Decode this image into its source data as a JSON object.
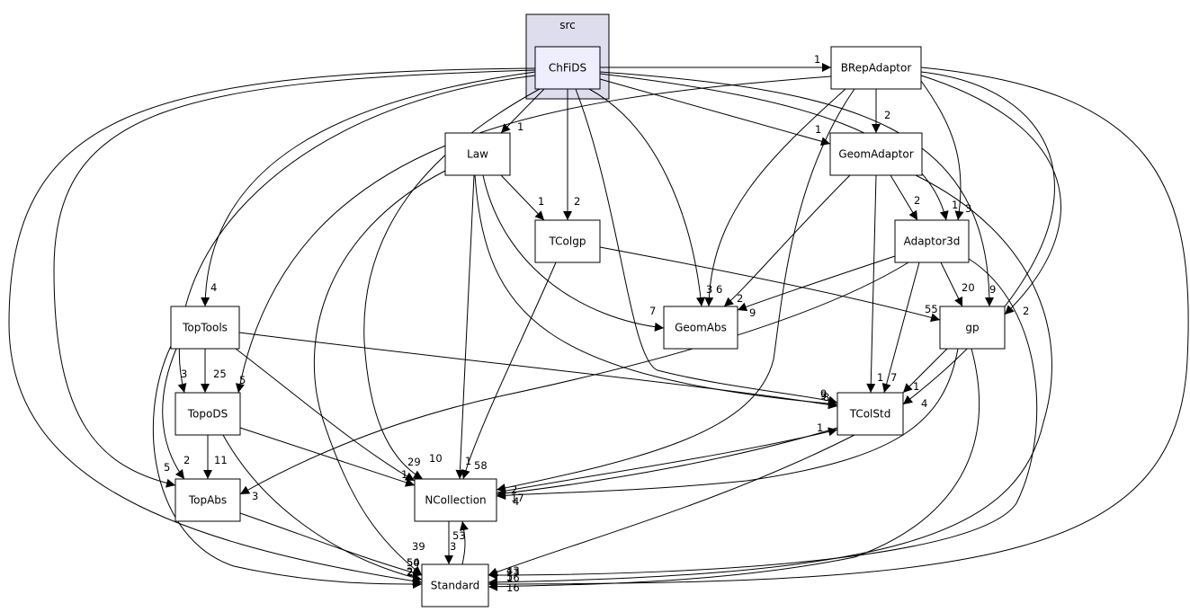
{
  "cluster": {
    "label": "src",
    "fill": "#ddddee",
    "stroke": "#000000"
  },
  "focus_fill": "#eeeeff",
  "nodes": [
    {
      "id": "ChFiDS",
      "label": "ChFiDS"
    },
    {
      "id": "BRepAdaptor",
      "label": "BRepAdaptor"
    },
    {
      "id": "Law",
      "label": "Law"
    },
    {
      "id": "GeomAdaptor",
      "label": "GeomAdaptor"
    },
    {
      "id": "TColgp",
      "label": "TColgp"
    },
    {
      "id": "Adaptor3d",
      "label": "Adaptor3d"
    },
    {
      "id": "GeomAbs",
      "label": "GeomAbs"
    },
    {
      "id": "gp",
      "label": "gp"
    },
    {
      "id": "TopTools",
      "label": "TopTools"
    },
    {
      "id": "TopoDS",
      "label": "TopoDS"
    },
    {
      "id": "TColStd",
      "label": "TColStd"
    },
    {
      "id": "TopAbs",
      "label": "TopAbs"
    },
    {
      "id": "NCollection",
      "label": "NCollection"
    },
    {
      "id": "Standard",
      "label": "Standard"
    }
  ],
  "edges": [
    {
      "from": "ChFiDS",
      "to": "BRepAdaptor",
      "label": "1"
    },
    {
      "from": "ChFiDS",
      "to": "Law",
      "label": "1"
    },
    {
      "from": "ChFiDS",
      "to": "GeomAdaptor",
      "label": "1"
    },
    {
      "from": "ChFiDS",
      "to": "TColgp",
      "label": "2"
    },
    {
      "from": "ChFiDS",
      "to": "Adaptor3d",
      "label": "1"
    },
    {
      "from": "ChFiDS",
      "to": "GeomAbs",
      "label": "3"
    },
    {
      "from": "ChFiDS",
      "to": "gp",
      "label": "9"
    },
    {
      "from": "ChFiDS",
      "to": "TopTools",
      "label": "4"
    },
    {
      "from": "ChFiDS",
      "to": "TopoDS",
      "label": "3"
    },
    {
      "from": "ChFiDS",
      "to": "TColStd",
      "label": "9"
    },
    {
      "from": "ChFiDS",
      "to": "TopAbs",
      "label": "5"
    },
    {
      "from": "ChFiDS",
      "to": "NCollection",
      "label": "10"
    },
    {
      "from": "ChFiDS",
      "to": "Standard",
      "label": "54"
    },
    {
      "from": "BRepAdaptor",
      "to": "GeomAdaptor",
      "label": "2"
    },
    {
      "from": "BRepAdaptor",
      "to": "Adaptor3d",
      "label": "3"
    },
    {
      "from": "BRepAdaptor",
      "to": "GeomAbs",
      "label": "6"
    },
    {
      "from": "BRepAdaptor",
      "to": "gp",
      "label": "2"
    },
    {
      "from": "BRepAdaptor",
      "to": "TColStd",
      "label": "4"
    },
    {
      "from": "BRepAdaptor",
      "to": "TopoDS",
      "label": "5"
    },
    {
      "from": "BRepAdaptor",
      "to": "NCollection",
      "label": "2"
    },
    {
      "from": "BRepAdaptor",
      "to": "Standard",
      "label": "16"
    },
    {
      "from": "Law",
      "to": "TColgp",
      "label": "1"
    },
    {
      "from": "Law",
      "to": "GeomAbs",
      "label": "7"
    },
    {
      "from": "Law",
      "to": "TColStd",
      "label": "8"
    },
    {
      "from": "Law",
      "to": "NCollection",
      "label": "1"
    },
    {
      "from": "Law",
      "to": "Standard",
      "label": "39"
    },
    {
      "from": "GeomAdaptor",
      "to": "Adaptor3d",
      "label": "2"
    },
    {
      "from": "GeomAdaptor",
      "to": "GeomAbs",
      "label": "2"
    },
    {
      "from": "GeomAdaptor",
      "to": "TColStd",
      "label": "1"
    },
    {
      "from": "GeomAdaptor",
      "to": "Standard",
      "label": "5"
    },
    {
      "from": "TColgp",
      "to": "gp",
      "label": "55"
    },
    {
      "from": "TColgp",
      "to": "NCollection",
      "label": "58"
    },
    {
      "from": "Adaptor3d",
      "to": "GeomAbs",
      "label": "9"
    },
    {
      "from": "Adaptor3d",
      "to": "gp",
      "label": "20"
    },
    {
      "from": "Adaptor3d",
      "to": "TColStd",
      "label": "7"
    },
    {
      "from": "Adaptor3d",
      "to": "TopAbs",
      "label": "3"
    },
    {
      "from": "Adaptor3d",
      "to": "Standard",
      "label": "13"
    },
    {
      "from": "gp",
      "to": "TColStd",
      "label": "1"
    },
    {
      "from": "gp",
      "to": "NCollection",
      "label": "4"
    },
    {
      "from": "gp",
      "to": "Standard",
      "label": "16"
    },
    {
      "from": "TopTools",
      "to": "TopoDS",
      "label": "25"
    },
    {
      "from": "TopTools",
      "to": "TopAbs",
      "label": "2"
    },
    {
      "from": "TopTools",
      "to": "TColStd",
      "label": "9"
    },
    {
      "from": "TopTools",
      "to": "NCollection",
      "label": "29"
    },
    {
      "from": "TopTools",
      "to": "Standard",
      "label": "26"
    },
    {
      "from": "TopoDS",
      "to": "TopAbs",
      "label": "11"
    },
    {
      "from": "TopoDS",
      "to": "NCollection",
      "label": "1"
    },
    {
      "from": "TopoDS",
      "to": "Standard",
      "label": "50"
    },
    {
      "from": "TColStd",
      "to": "NCollection",
      "label": "17"
    },
    {
      "from": "TColStd",
      "to": "Standard",
      "label": "43"
    },
    {
      "from": "TopAbs",
      "to": "Standard",
      "label": "2"
    },
    {
      "from": "NCollection",
      "to": "Standard",
      "label": "53"
    },
    {
      "from": "NCollection",
      "to": "TColStd",
      "label": "1"
    },
    {
      "from": "Standard",
      "to": "NCollection",
      "label": "3"
    }
  ]
}
